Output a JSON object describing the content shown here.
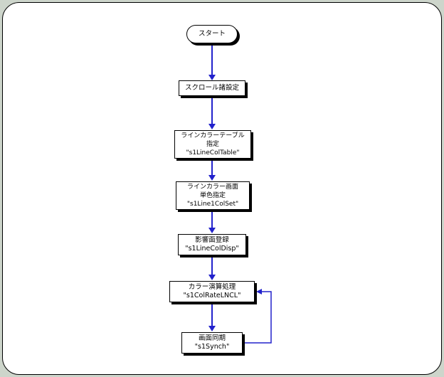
{
  "diagram": {
    "colors": {
      "arrow": "#2222cc",
      "box_border": "#000000",
      "box_fill": "#ffffff",
      "box_shadow": "#000000",
      "canvas": "#ffffff",
      "page_background": "#cdd5cb"
    },
    "nodes": {
      "start": {
        "type": "terminator",
        "lines": [
          "スタート"
        ]
      },
      "scroll_settings": {
        "type": "process",
        "lines": [
          "スクロール諸設定"
        ]
      },
      "line_col_table": {
        "type": "process",
        "lines": [
          "ラインカラーテーブル",
          "指定",
          "\"s1LineColTable\""
        ]
      },
      "line_1col_set": {
        "type": "process",
        "lines": [
          "ラインカラー画面",
          "単色指定",
          "\"s1Line1ColSet\""
        ]
      },
      "line_col_disp": {
        "type": "process",
        "lines": [
          "影響面登録",
          "\"s1LineColDisp\""
        ]
      },
      "col_rate_lncl": {
        "type": "process",
        "lines": [
          "カラー演算処理",
          "\"s1ColRateLNCL\""
        ]
      },
      "synch": {
        "type": "process",
        "lines": [
          "画面同期",
          "\"s1Synch\""
        ]
      }
    },
    "edges": [
      {
        "from": "start",
        "to": "scroll_settings",
        "type": "arrow-down"
      },
      {
        "from": "scroll_settings",
        "to": "line_col_table",
        "type": "arrow-down"
      },
      {
        "from": "line_col_table",
        "to": "line_1col_set",
        "type": "arrow-down"
      },
      {
        "from": "line_1col_set",
        "to": "line_col_disp",
        "type": "arrow-down"
      },
      {
        "from": "line_col_disp",
        "to": "col_rate_lncl",
        "type": "arrow-down"
      },
      {
        "from": "col_rate_lncl",
        "to": "synch",
        "type": "arrow-down"
      },
      {
        "from": "synch",
        "to": "col_rate_lncl",
        "type": "loop-back"
      }
    ]
  }
}
